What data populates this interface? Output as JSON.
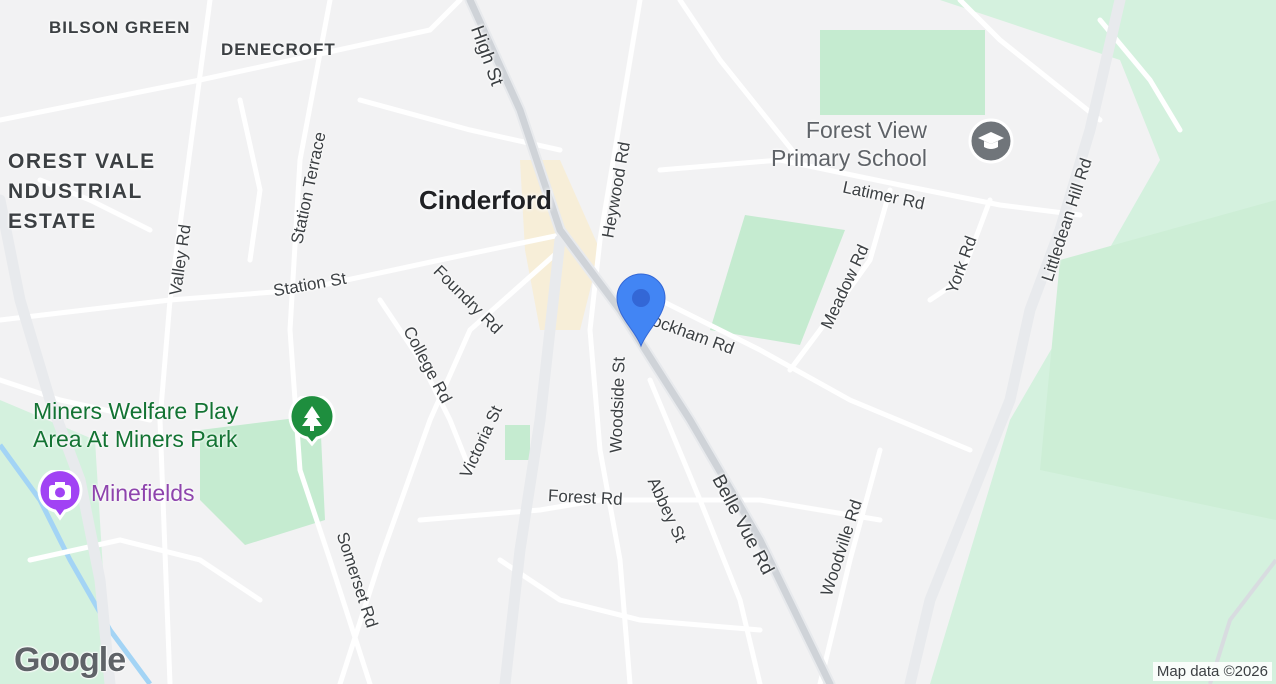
{
  "map": {
    "provider_logo": "Google",
    "attribution": "Map data ©2026",
    "place_labels": {
      "bilson_green": "BILSON GREEN",
      "denecroft": "DENECROFT",
      "cinderford": "Cinderford",
      "forest_vale": [
        "OREST VALE",
        "NDUSTRIAL",
        "ESTATE"
      ]
    },
    "roads": {
      "high_st": "High St",
      "station_terrace": "Station Terrace",
      "heywood_rd": "Heywood Rd",
      "latimer_rd": "Latimer Rd",
      "littledean_hill_rd": "Littledean Hill Rd",
      "valley_rd": "Valley Rd",
      "station_st": "Station St",
      "foundry_rd": "Foundry Rd",
      "meadow_rd": "Meadow Rd",
      "york_rd": "York Rd",
      "ockham_rd": "ockham Rd",
      "college_rd": "College Rd",
      "victoria_st": "Victoria St",
      "woodside_st": "Woodside St",
      "belle_vue_rd": "Belle Vue Rd",
      "forest_rd": "Forest Rd",
      "abbey_st": "Abbey St",
      "woodville_rd": "Woodville Rd",
      "somerset_rd": "Somerset Rd"
    },
    "pois": {
      "school": {
        "lines": [
          "Forest View",
          "Primary School"
        ],
        "icon": "graduation-cap-icon",
        "color": "#5f6368"
      },
      "park": {
        "lines": [
          "Miners Welfare Play",
          "Area At Miners Park"
        ],
        "icon": "tree-icon",
        "color": "#1e8e3e"
      },
      "minefields": {
        "name": "Minefields",
        "icon": "camera-icon",
        "color": "#a142f4"
      }
    },
    "marker": {
      "icon": "location-pin-icon",
      "color": "#4285f4"
    }
  }
}
